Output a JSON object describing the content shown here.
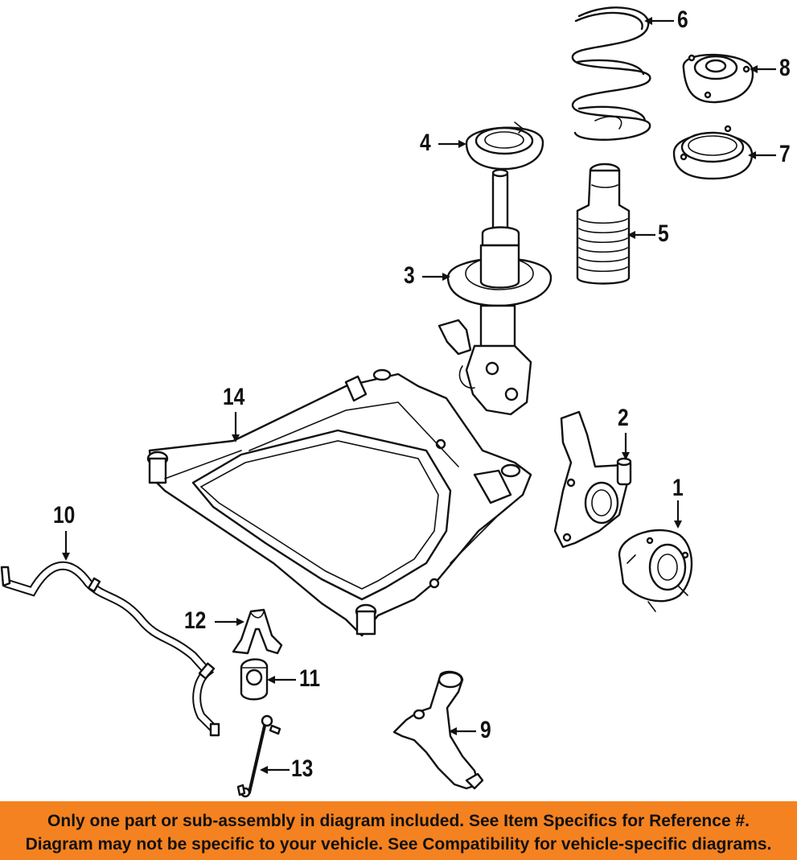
{
  "callouts": [
    {
      "id": "1",
      "label": "1"
    },
    {
      "id": "2",
      "label": "2"
    },
    {
      "id": "3",
      "label": "3"
    },
    {
      "id": "4",
      "label": "4"
    },
    {
      "id": "5",
      "label": "5"
    },
    {
      "id": "6",
      "label": "6"
    },
    {
      "id": "7",
      "label": "7"
    },
    {
      "id": "8",
      "label": "8"
    },
    {
      "id": "9",
      "label": "9"
    },
    {
      "id": "10",
      "label": "10"
    },
    {
      "id": "11",
      "label": "11"
    },
    {
      "id": "12",
      "label": "12"
    },
    {
      "id": "13",
      "label": "13"
    },
    {
      "id": "14",
      "label": "14"
    }
  ],
  "banner": {
    "line1": "Only one part or sub-assembly in diagram included. See Item Specifics for Reference #.",
    "line2": "Diagram may not be specific to your vehicle. See Compatibility for vehicle-specific diagrams.",
    "background": "#f58220"
  }
}
